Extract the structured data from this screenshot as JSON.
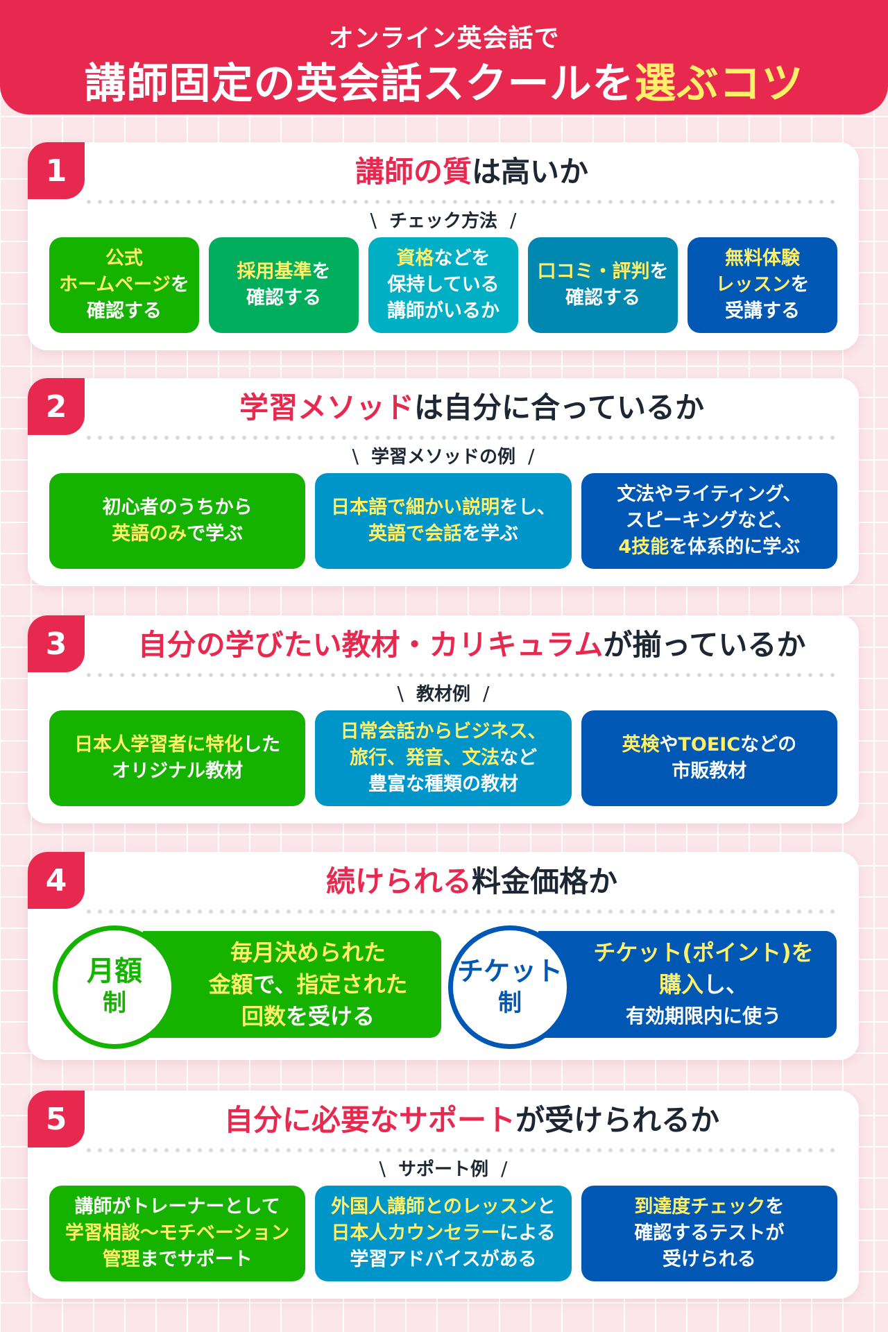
{
  "header": {
    "subtitle": "オンライン英会話で",
    "title": [
      {
        "t": "講師固定の英会話スクールを",
        "c": "w"
      },
      {
        "t": "選ぶコツ",
        "c": "y"
      }
    ]
  },
  "colors": {
    "brand_red": "#e8294f",
    "highlight_yellow": "#fff06a",
    "title_dark": "#1c2733",
    "green": "#15b300",
    "green_teal": "#00ae5e",
    "teal": "#00afc4",
    "teal_blue": "#0088b0",
    "sky_blue": "#0095c8",
    "blue": "#0058b4",
    "background_pink": "#fbe6ea"
  },
  "sections": [
    {
      "number": "1",
      "title": [
        {
          "t": "講師の質",
          "c": "r"
        },
        {
          "t": "は高いか",
          "c": "d"
        }
      ],
      "example_label": "チェック方法",
      "boxes": [
        {
          "color": "#15b300",
          "lines": [
            [
              {
                "t": "公式",
                "c": "y"
              }
            ],
            [
              {
                "t": "ホームページ",
                "c": "y"
              },
              {
                "t": "を",
                "c": "w"
              }
            ],
            [
              {
                "t": "確認する",
                "c": "w"
              }
            ]
          ]
        },
        {
          "color": "#00ae5e",
          "lines": [
            [
              {
                "t": "採用基準",
                "c": "y"
              },
              {
                "t": "を",
                "c": "w"
              }
            ],
            [
              {
                "t": "確認する",
                "c": "w"
              }
            ]
          ]
        },
        {
          "color": "#00afc4",
          "lines": [
            [
              {
                "t": "資格",
                "c": "y"
              },
              {
                "t": "などを",
                "c": "w"
              }
            ],
            [
              {
                "t": "保持している",
                "c": "w"
              }
            ],
            [
              {
                "t": "講師がいるか",
                "c": "w"
              }
            ]
          ]
        },
        {
          "color": "#0088b0",
          "lines": [
            [
              {
                "t": "口コミ・評判",
                "c": "y"
              },
              {
                "t": "を",
                "c": "w"
              }
            ],
            [
              {
                "t": "確認する",
                "c": "w"
              }
            ]
          ]
        },
        {
          "color": "#0058b4",
          "lines": [
            [
              {
                "t": "無料体験",
                "c": "y"
              }
            ],
            [
              {
                "t": "レッスン",
                "c": "y"
              },
              {
                "t": "を",
                "c": "w"
              }
            ],
            [
              {
                "t": "受講する",
                "c": "w"
              }
            ]
          ]
        }
      ]
    },
    {
      "number": "2",
      "title": [
        {
          "t": "学習メソッド",
          "c": "r"
        },
        {
          "t": "は自分に合っているか",
          "c": "d"
        }
      ],
      "example_label": "学習メソッドの例",
      "boxes": [
        {
          "color": "#15b300",
          "lines": [
            [
              {
                "t": "初心者のうちから",
                "c": "w"
              }
            ],
            [
              {
                "t": "英語のみ",
                "c": "y"
              },
              {
                "t": "で学ぶ",
                "c": "w"
              }
            ]
          ]
        },
        {
          "color": "#0095c8",
          "lines": [
            [
              {
                "t": "日本語で細かい説明",
                "c": "y"
              },
              {
                "t": "をし、",
                "c": "w"
              }
            ],
            [
              {
                "t": "英語で会話",
                "c": "y"
              },
              {
                "t": "を学ぶ",
                "c": "w"
              }
            ]
          ]
        },
        {
          "color": "#0058b4",
          "lines": [
            [
              {
                "t": "文法やライティング、",
                "c": "w"
              }
            ],
            [
              {
                "t": "スピーキングなど、",
                "c": "w"
              }
            ],
            [
              {
                "t": "4技能",
                "c": "y"
              },
              {
                "t": "を体系的に学ぶ",
                "c": "w"
              }
            ]
          ]
        }
      ]
    },
    {
      "number": "3",
      "title": [
        {
          "t": "自分の学びたい教材・カリキュラム",
          "c": "r"
        },
        {
          "t": "が揃っているか",
          "c": "d"
        }
      ],
      "example_label": "教材例",
      "boxes": [
        {
          "color": "#15b300",
          "lines": [
            [
              {
                "t": "日本人学習者に特化",
                "c": "y"
              },
              {
                "t": "した",
                "c": "w"
              }
            ],
            [
              {
                "t": "オリジナル教材",
                "c": "w"
              }
            ]
          ]
        },
        {
          "color": "#0095c8",
          "lines": [
            [
              {
                "t": "日常会話からビジネス、",
                "c": "y"
              }
            ],
            [
              {
                "t": "旅行、発音、文法",
                "c": "y"
              },
              {
                "t": "など",
                "c": "w"
              }
            ],
            [
              {
                "t": "豊富な種類の教材",
                "c": "w"
              }
            ]
          ]
        },
        {
          "color": "#0058b4",
          "lines": [
            [
              {
                "t": "英検",
                "c": "y"
              },
              {
                "t": "や",
                "c": "w"
              },
              {
                "t": "TOEIC",
                "c": "y"
              },
              {
                "t": "などの",
                "c": "w"
              }
            ],
            [
              {
                "t": "市販教材",
                "c": "w"
              }
            ]
          ]
        }
      ]
    },
    {
      "number": "4",
      "title": [
        {
          "t": "続けられる",
          "c": "r"
        },
        {
          "t": "料金価格か",
          "c": "d"
        }
      ],
      "plans": [
        {
          "color": "#15b300",
          "circle_big": "月額",
          "circle_small": "制",
          "lines": [
            [
              {
                "t": "毎月決められた",
                "c": "y"
              }
            ],
            [
              {
                "t": "金額",
                "c": "y"
              },
              {
                "t": "で、",
                "c": "w"
              },
              {
                "t": "指定された",
                "c": "y"
              }
            ],
            [
              {
                "t": "回数",
                "c": "y"
              },
              {
                "t": "を受ける",
                "c": "w"
              }
            ]
          ]
        },
        {
          "color": "#0058b4",
          "circle_big": "チケット",
          "circle_small": "制",
          "lines": [
            [
              {
                "t": "チケット(ポイント)を",
                "c": "y"
              }
            ],
            [
              {
                "t": "購入",
                "c": "y"
              },
              {
                "t": "し、",
                "c": "w"
              }
            ],
            [
              {
                "t": "有効期限内に使う",
                "c": "w"
              }
            ]
          ]
        }
      ]
    },
    {
      "number": "5",
      "title": [
        {
          "t": "自分に必要なサポート",
          "c": "r"
        },
        {
          "t": "が受けられるか",
          "c": "d"
        }
      ],
      "example_label": "サポート例",
      "boxes": [
        {
          "color": "#15b300",
          "lines": [
            [
              {
                "t": "講師がトレーナーとして",
                "c": "w"
              }
            ],
            [
              {
                "t": "学習相談〜モチベーション",
                "c": "y"
              }
            ],
            [
              {
                "t": "管理",
                "c": "y"
              },
              {
                "t": "までサポート",
                "c": "w"
              }
            ]
          ]
        },
        {
          "color": "#0095c8",
          "lines": [
            [
              {
                "t": "外国人講師とのレッスン",
                "c": "y"
              },
              {
                "t": "と",
                "c": "w"
              }
            ],
            [
              {
                "t": "日本人カウンセラー",
                "c": "y"
              },
              {
                "t": "による",
                "c": "w"
              }
            ],
            [
              {
                "t": "学習アドバイスがある",
                "c": "w"
              }
            ]
          ]
        },
        {
          "color": "#0058b4",
          "lines": [
            [
              {
                "t": "到達度チェック",
                "c": "y"
              },
              {
                "t": "を",
                "c": "w"
              }
            ],
            [
              {
                "t": "確認するテスト",
                "c": "w"
              },
              {
                "t": "が",
                "c": "w"
              }
            ],
            [
              {
                "t": "受けられる",
                "c": "w"
              }
            ]
          ]
        }
      ]
    }
  ],
  "slashes": {
    "left": "\\",
    "right": "/"
  }
}
